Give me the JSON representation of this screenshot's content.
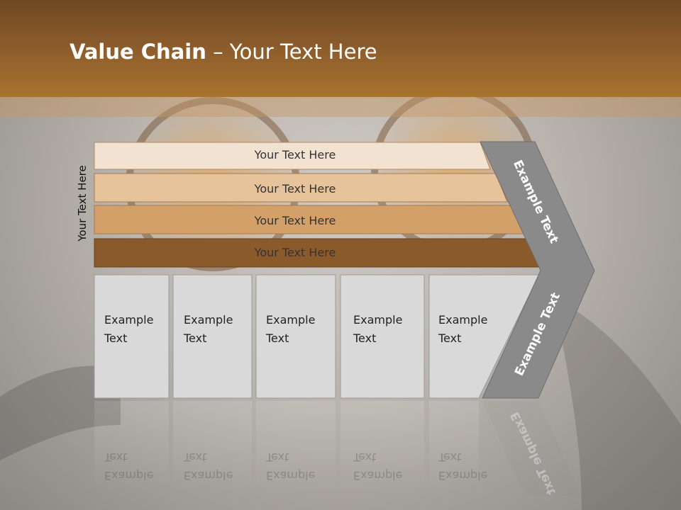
{
  "slide": {
    "title_bold": "Value Chain",
    "title_rest": " – Your Text Here",
    "side_label": "Your Text Here"
  },
  "bars": [
    {
      "label": "Your Text Here",
      "color": "#f2e2d1"
    },
    {
      "label": "Your Text Here",
      "color": "#e7c39b"
    },
    {
      "label": "Your Text Here",
      "color": "#d3a06a"
    },
    {
      "label": "Your Text Here",
      "color": "#8b5a2b"
    }
  ],
  "boxes": [
    {
      "line1": "Example",
      "line2": "Text"
    },
    {
      "line1": "Example",
      "line2": "Text"
    },
    {
      "line1": "Example",
      "line2": "Text"
    },
    {
      "line1": "Example",
      "line2": "Text"
    },
    {
      "line1": "Example",
      "line2": "Text"
    }
  ],
  "arrow": {
    "upper_label": "Example Text",
    "lower_label": "Example Text",
    "color": "#8a8a8a"
  },
  "colors": {
    "header": "#8a5a2b",
    "box_fill": "#d9d9d9"
  }
}
